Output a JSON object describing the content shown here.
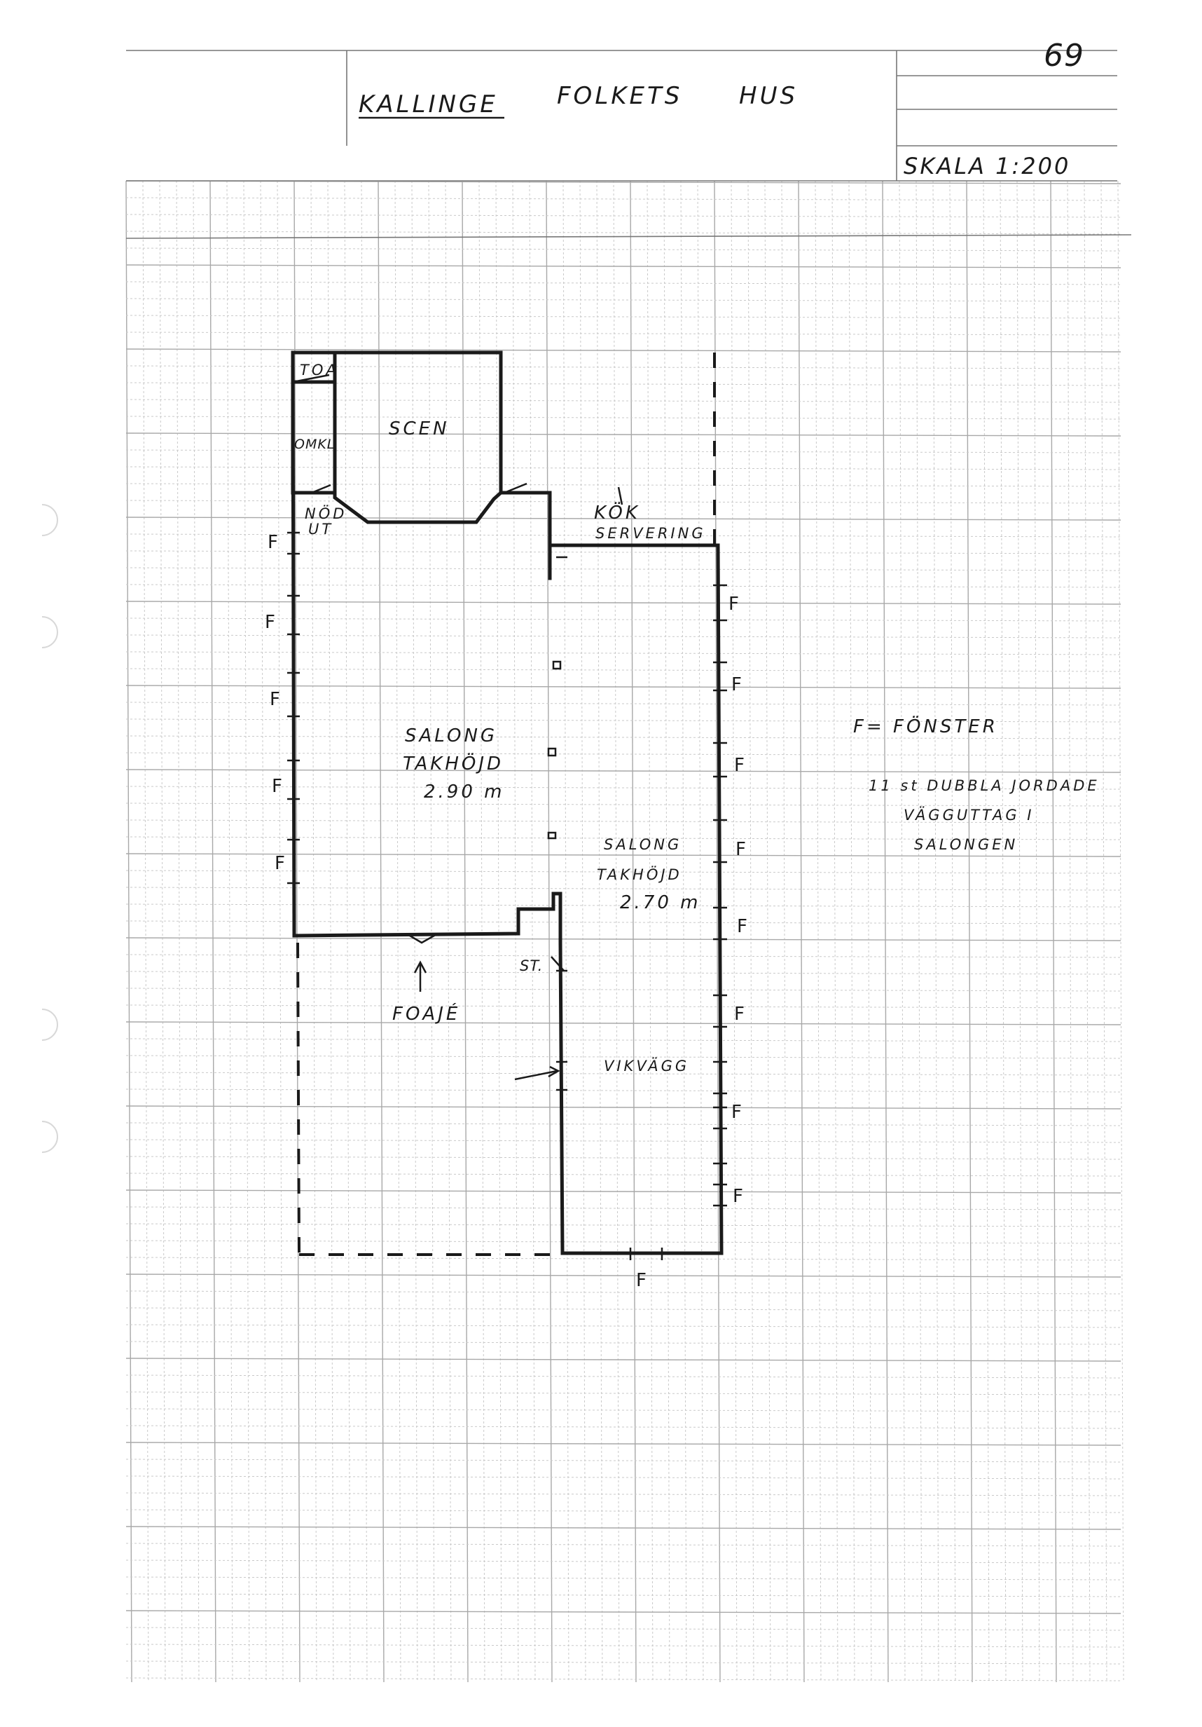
{
  "header": {
    "page_number": "69",
    "title_left": "KALLINGE",
    "title_mid": "FOLKETS",
    "title_right": "HUS",
    "scale": "SKALA 1:200"
  },
  "rooms": {
    "toa": "TOA",
    "omkl": "OMKL",
    "scen": "SCEN",
    "nod_ut_1": "NÖD",
    "nod_ut_2": "UT",
    "kok": "KÖK",
    "servering": "SERVERING",
    "salong1_name": "SALONG",
    "salong1_h_label": "TAKHÖJD",
    "salong1_h_value": "2.90 m",
    "salong2_name": "SALONG",
    "salong2_h_label": "TAKHÖJD",
    "salong2_h_value": "2.70 m",
    "st": "ST.",
    "foaje": "FOAJÉ",
    "vikvagg": "VIKVÄGG"
  },
  "legend": {
    "f_def": "F= FÖNSTER",
    "outlets_1": "11 st DUBBLA JORDADE",
    "outlets_2": "VÄGGUTTAG I",
    "outlets_3": "SALONGEN"
  },
  "window_mark": "F"
}
